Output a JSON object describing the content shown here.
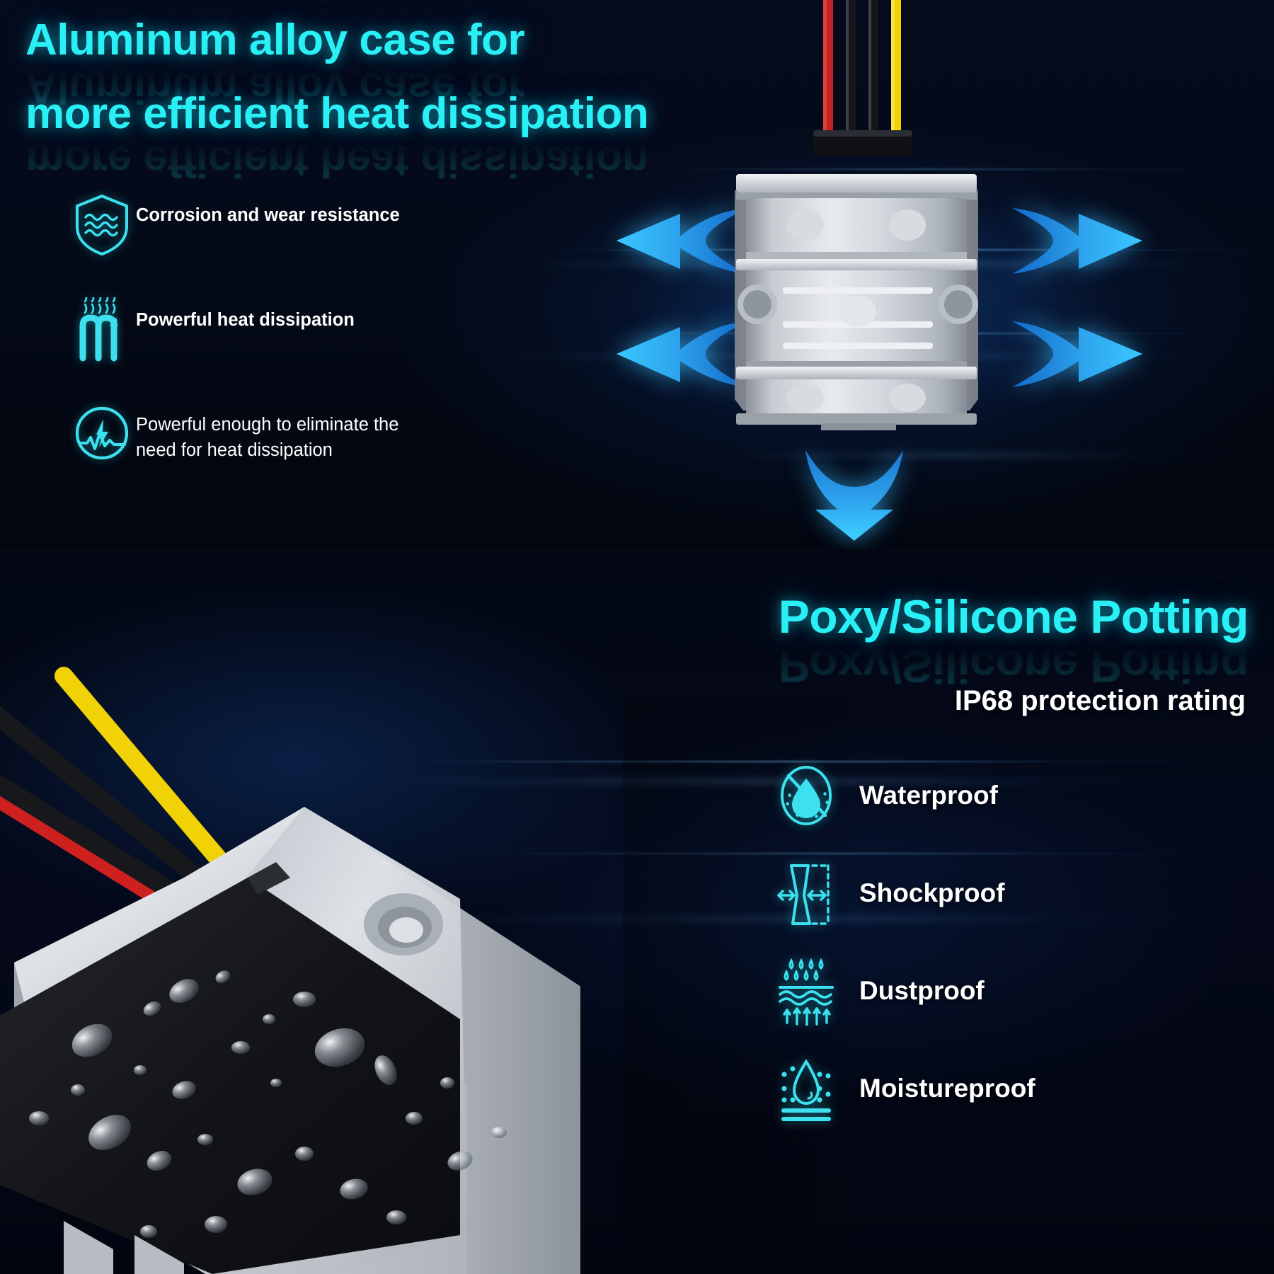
{
  "colors": {
    "accent_cyan": "#29f0f5",
    "icon_cyan": "#3de0ee",
    "text_white": "#ffffff",
    "arrow_blue": "#2aa8f0",
    "bg_dark_navy": "#02050e",
    "wire_red": "#d42020",
    "wire_black": "#141414",
    "wire_yellow": "#f2d40a"
  },
  "top_section": {
    "title_line1": "Aluminum alloy case for",
    "title_line2": "more efficient heat dissipation",
    "features": [
      {
        "icon": "shield-waves-icon",
        "text": "Corrosion and wear resistance",
        "bold": true
      },
      {
        "icon": "heating-coil-icon",
        "text": "Powerful heat dissipation",
        "bold": true
      },
      {
        "icon": "power-waveform-icon",
        "text_line1": "Powerful enough to eliminate the",
        "text_line2": "need for heat dissipation",
        "bold": false
      }
    ],
    "product": {
      "name": "aluminum-dc-converter",
      "wire_colors": [
        "red",
        "black",
        "black",
        "yellow"
      ],
      "heat_arrows": 5
    }
  },
  "bottom_section": {
    "title": "Poxy/Silicone Potting",
    "subtitle": "IP68 protection rating",
    "proofs": [
      {
        "icon": "water-drop-slash-icon",
        "label": "Waterproof"
      },
      {
        "icon": "shock-vibration-icon",
        "label": "Shockproof"
      },
      {
        "icon": "dust-barrier-icon",
        "label": "Dustproof"
      },
      {
        "icon": "moisture-barrier-icon",
        "label": "Moistureproof"
      }
    ],
    "product": {
      "name": "waterproof-converter-with-droplets",
      "wire_colors": [
        "red",
        "black",
        "black",
        "yellow"
      ]
    }
  }
}
